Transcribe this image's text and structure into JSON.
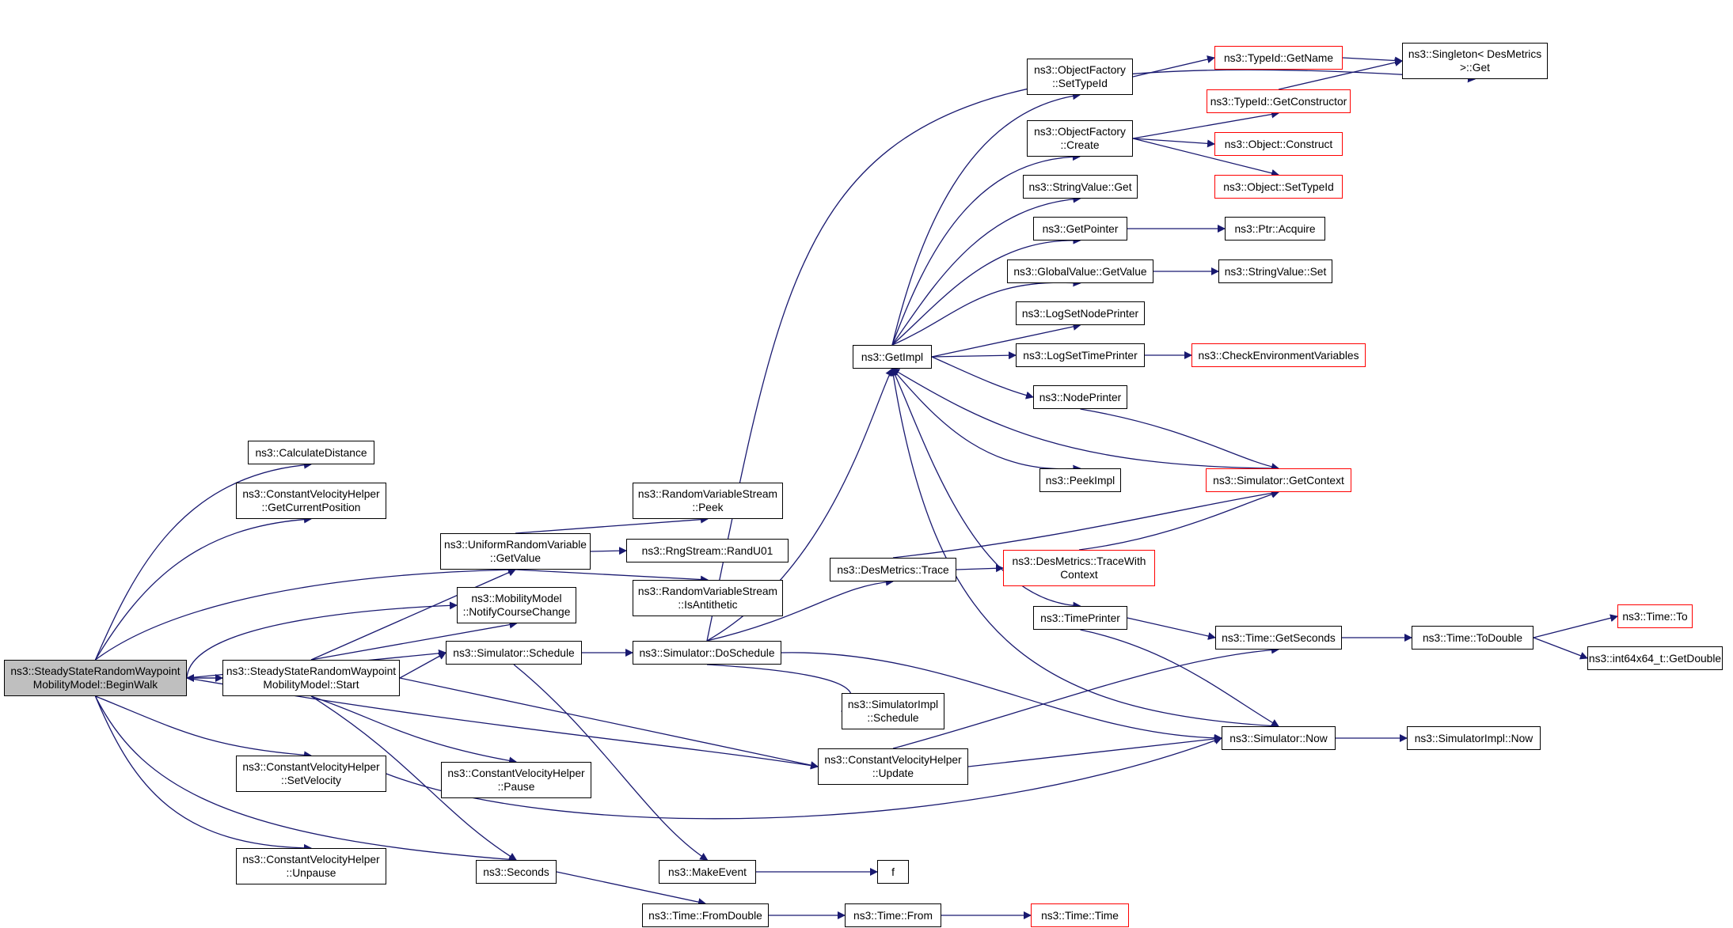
{
  "diagram": {
    "edge_color": "#191970",
    "root_fill": "#bfbfbf",
    "link_border": "#000000",
    "incomplete_border": "#ff0000",
    "nodes": [
      {
        "id": "beginwalk",
        "label": "ns3::SteadyStateRandomWaypoint\nMobilityModel::BeginWalk",
        "style": "root"
      },
      {
        "id": "calcdist",
        "label": "ns3::CalculateDistance",
        "style": "normal"
      },
      {
        "id": "getcurpos",
        "label": "ns3::ConstantVelocityHelper\n::GetCurrentPosition",
        "style": "normal"
      },
      {
        "id": "urv_getvalue",
        "label": "ns3::UniformRandomVariable\n::GetValue",
        "style": "normal"
      },
      {
        "id": "notifycourse",
        "label": "ns3::MobilityModel\n::NotifyCourseChange",
        "style": "normal"
      },
      {
        "id": "sim_schedule",
        "label": "ns3::Simulator::Schedule",
        "style": "normal"
      },
      {
        "id": "start",
        "label": "ns3::SteadyStateRandomWaypoint\nMobilityModel::Start",
        "style": "normal"
      },
      {
        "id": "setvelocity",
        "label": "ns3::ConstantVelocityHelper\n::SetVelocity",
        "style": "normal"
      },
      {
        "id": "unpause",
        "label": "ns3::ConstantVelocityHelper\n::Unpause",
        "style": "normal"
      },
      {
        "id": "pause",
        "label": "ns3::ConstantVelocityHelper\n::Pause",
        "style": "normal"
      },
      {
        "id": "seconds",
        "label": "ns3::Seconds",
        "style": "normal"
      },
      {
        "id": "rvs_peek",
        "label": "ns3::RandomVariableStream\n::Peek",
        "style": "normal"
      },
      {
        "id": "randu01",
        "label": "ns3::RngStream::RandU01",
        "style": "normal"
      },
      {
        "id": "isantithetic",
        "label": "ns3::RandomVariableStream\n::IsAntithetic",
        "style": "normal"
      },
      {
        "id": "doschedule",
        "label": "ns3::Simulator::DoSchedule",
        "style": "normal"
      },
      {
        "id": "makeevent",
        "label": "ns3::MakeEvent",
        "style": "normal"
      },
      {
        "id": "fromdouble",
        "label": "ns3::Time::FromDouble",
        "style": "normal"
      },
      {
        "id": "getimpl",
        "label": "ns3::GetImpl",
        "style": "normal"
      },
      {
        "id": "desm_trace",
        "label": "ns3::DesMetrics::Trace",
        "style": "normal"
      },
      {
        "id": "simimpl_schedule",
        "label": "ns3::SimulatorImpl\n::Schedule",
        "style": "normal"
      },
      {
        "id": "cvh_update",
        "label": "ns3::ConstantVelocityHelper\n::Update",
        "style": "normal"
      },
      {
        "id": "f",
        "label": "f",
        "style": "normal"
      },
      {
        "id": "time_from",
        "label": "ns3::Time::From",
        "style": "normal"
      },
      {
        "id": "of_settypeid",
        "label": "ns3::ObjectFactory\n::SetTypeId",
        "style": "normal"
      },
      {
        "id": "of_create",
        "label": "ns3::ObjectFactory\n::Create",
        "style": "normal"
      },
      {
        "id": "sv_get",
        "label": "ns3::StringValue::Get",
        "style": "normal"
      },
      {
        "id": "getpointer",
        "label": "ns3::GetPointer",
        "style": "normal"
      },
      {
        "id": "gv_getvalue",
        "label": "ns3::GlobalValue::GetValue",
        "style": "normal"
      },
      {
        "id": "logsetnode",
        "label": "ns3::LogSetNodePrinter",
        "style": "normal"
      },
      {
        "id": "logsettime",
        "label": "ns3::LogSetTimePrinter",
        "style": "normal"
      },
      {
        "id": "nodeprinter",
        "label": "ns3::NodePrinter",
        "style": "normal"
      },
      {
        "id": "peekimpl",
        "label": "ns3::PeekImpl",
        "style": "normal"
      },
      {
        "id": "tracewithctx",
        "label": "ns3::DesMetrics::TraceWith\nContext",
        "style": "incomplete"
      },
      {
        "id": "timeprinter",
        "label": "ns3::TimePrinter",
        "style": "normal"
      },
      {
        "id": "sim_now",
        "label": "ns3::Simulator::Now",
        "style": "normal"
      },
      {
        "id": "time_time",
        "label": "ns3::Time::Time",
        "style": "incomplete"
      },
      {
        "id": "typeid_getname",
        "label": "ns3::TypeId::GetName",
        "style": "incomplete"
      },
      {
        "id": "typeid_getctor",
        "label": "ns3::TypeId::GetConstructor",
        "style": "incomplete"
      },
      {
        "id": "obj_construct",
        "label": "ns3::Object::Construct",
        "style": "incomplete"
      },
      {
        "id": "obj_settypeid",
        "label": "ns3::Object::SetTypeId",
        "style": "incomplete"
      },
      {
        "id": "ptr_acquire",
        "label": "ns3::Ptr::Acquire",
        "style": "normal"
      },
      {
        "id": "sv_set",
        "label": "ns3::StringValue::Set",
        "style": "normal"
      },
      {
        "id": "checkenv",
        "label": "ns3::CheckEnvironmentVariables",
        "style": "incomplete"
      },
      {
        "id": "sim_getcontext",
        "label": "ns3::Simulator::GetContext",
        "style": "incomplete"
      },
      {
        "id": "time_getseconds",
        "label": "ns3::Time::GetSeconds",
        "style": "normal"
      },
      {
        "id": "simimpl_now",
        "label": "ns3::SimulatorImpl::Now",
        "style": "normal"
      },
      {
        "id": "singleton_get",
        "label": "ns3::Singleton< DesMetrics\n>::Get",
        "style": "normal"
      },
      {
        "id": "time_todouble",
        "label": "ns3::Time::ToDouble",
        "style": "normal"
      },
      {
        "id": "time_to",
        "label": "ns3::Time::To",
        "style": "incomplete"
      },
      {
        "id": "int64_getdouble",
        "label": "ns3::int64x64_t::GetDouble",
        "style": "normal"
      }
    ],
    "edges": [
      {
        "from": "beginwalk",
        "to": "calcdist"
      },
      {
        "from": "beginwalk",
        "to": "getcurpos"
      },
      {
        "from": "beginwalk",
        "to": "urv_getvalue"
      },
      {
        "from": "beginwalk",
        "to": "notifycourse"
      },
      {
        "from": "beginwalk",
        "to": "sim_schedule"
      },
      {
        "from": "beginwalk",
        "to": "start"
      },
      {
        "from": "beginwalk",
        "to": "cvh_update"
      },
      {
        "from": "beginwalk",
        "to": "setvelocity"
      },
      {
        "from": "beginwalk",
        "to": "seconds"
      },
      {
        "from": "beginwalk",
        "to": "unpause"
      },
      {
        "from": "start",
        "to": "beginwalk"
      },
      {
        "from": "start",
        "to": "urv_getvalue"
      },
      {
        "from": "start",
        "to": "notifycourse"
      },
      {
        "from": "start",
        "to": "sim_schedule"
      },
      {
        "from": "start",
        "to": "cvh_update"
      },
      {
        "from": "start",
        "to": "pause"
      },
      {
        "from": "start",
        "to": "seconds"
      },
      {
        "from": "urv_getvalue",
        "to": "rvs_peek"
      },
      {
        "from": "urv_getvalue",
        "to": "randu01"
      },
      {
        "from": "urv_getvalue",
        "to": "isantithetic"
      },
      {
        "from": "sim_schedule",
        "to": "doschedule"
      },
      {
        "from": "sim_schedule",
        "to": "makeevent"
      },
      {
        "from": "setvelocity",
        "to": "sim_now"
      },
      {
        "from": "seconds",
        "to": "fromdouble"
      },
      {
        "from": "doschedule",
        "to": "singleton_get"
      },
      {
        "from": "doschedule",
        "to": "getimpl"
      },
      {
        "from": "doschedule",
        "to": "desm_trace"
      },
      {
        "from": "doschedule",
        "to": "simimpl_schedule"
      },
      {
        "from": "doschedule",
        "to": "sim_now"
      },
      {
        "from": "makeevent",
        "to": "f"
      },
      {
        "from": "fromdouble",
        "to": "time_from"
      },
      {
        "from": "time_from",
        "to": "time_time"
      },
      {
        "from": "cvh_update",
        "to": "time_getseconds"
      },
      {
        "from": "cvh_update",
        "to": "sim_now"
      },
      {
        "from": "desm_trace",
        "to": "sim_getcontext"
      },
      {
        "from": "desm_trace",
        "to": "tracewithctx"
      },
      {
        "from": "tracewithctx",
        "to": "sim_getcontext"
      },
      {
        "from": "getimpl",
        "to": "of_settypeid"
      },
      {
        "from": "getimpl",
        "to": "of_create"
      },
      {
        "from": "getimpl",
        "to": "sv_get"
      },
      {
        "from": "getimpl",
        "to": "getpointer"
      },
      {
        "from": "getimpl",
        "to": "gv_getvalue"
      },
      {
        "from": "getimpl",
        "to": "logsetnode"
      },
      {
        "from": "getimpl",
        "to": "logsettime"
      },
      {
        "from": "getimpl",
        "to": "nodeprinter"
      },
      {
        "from": "getimpl",
        "to": "peekimpl"
      },
      {
        "from": "getimpl",
        "to": "timeprinter"
      },
      {
        "from": "sim_getcontext",
        "to": "getimpl"
      },
      {
        "from": "sim_now",
        "to": "getimpl"
      },
      {
        "from": "sim_now",
        "to": "simimpl_now"
      },
      {
        "from": "of_settypeid",
        "to": "typeid_getname"
      },
      {
        "from": "of_create",
        "to": "typeid_getctor"
      },
      {
        "from": "of_create",
        "to": "obj_construct"
      },
      {
        "from": "of_create",
        "to": "obj_settypeid"
      },
      {
        "from": "typeid_getname",
        "to": "singleton_get"
      },
      {
        "from": "typeid_getctor",
        "to": "singleton_get"
      },
      {
        "from": "getpointer",
        "to": "ptr_acquire"
      },
      {
        "from": "gv_getvalue",
        "to": "sv_set"
      },
      {
        "from": "logsettime",
        "to": "checkenv"
      },
      {
        "from": "nodeprinter",
        "to": "sim_getcontext"
      },
      {
        "from": "timeprinter",
        "to": "time_getseconds"
      },
      {
        "from": "timeprinter",
        "to": "sim_now"
      },
      {
        "from": "time_getseconds",
        "to": "time_todouble"
      },
      {
        "from": "time_todouble",
        "to": "time_to"
      },
      {
        "from": "time_todouble",
        "to": "int64_getdouble"
      }
    ]
  }
}
